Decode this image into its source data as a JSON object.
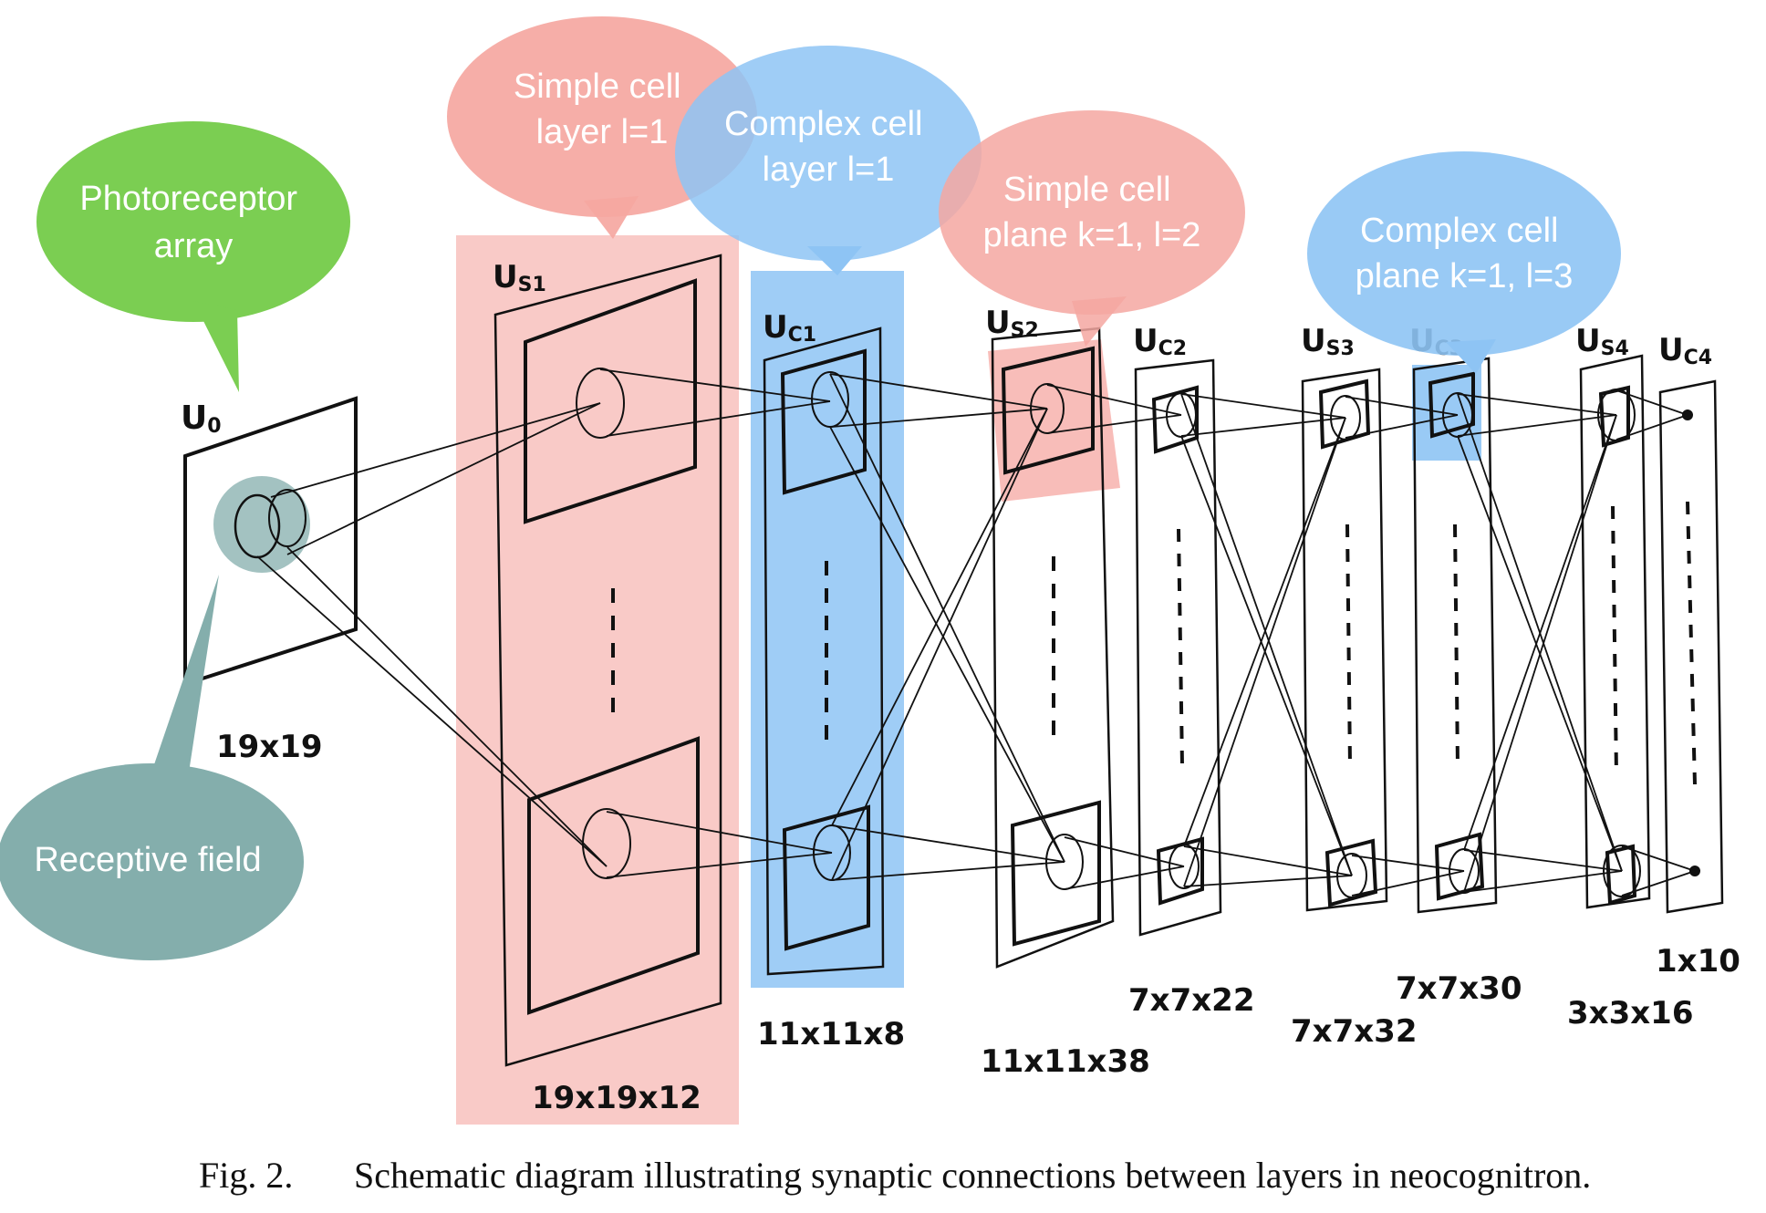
{
  "colors": {
    "simple_cell": "#f5a7a1",
    "complex_cell": "#8ec4f4",
    "photoreceptor": "#7bce52",
    "receptive_field": "#84aeac",
    "ink": "#111111"
  },
  "callouts": {
    "photoreceptor": [
      "Photoreceptor",
      "array"
    ],
    "receptive_field": [
      "Receptive field"
    ],
    "simple_l1": [
      "Simple cell",
      "layer l=1"
    ],
    "complex_l1": [
      "Complex cell",
      "layer l=1"
    ],
    "simple_l2": [
      "Simple cell",
      "plane k=1, l=2"
    ],
    "complex_l3": [
      "Complex cell",
      "plane k=1, l=3"
    ]
  },
  "layers": [
    {
      "id": "u0",
      "label": "U",
      "sub": "0",
      "size": "19x19"
    },
    {
      "id": "us1",
      "label": "U",
      "sub": "S1",
      "size": "19x19x12"
    },
    {
      "id": "uc1",
      "label": "U",
      "sub": "C1",
      "size": "11x11x8"
    },
    {
      "id": "us2",
      "label": "U",
      "sub": "S2",
      "size": "11x11x38"
    },
    {
      "id": "uc2",
      "label": "U",
      "sub": "C2",
      "size": "7x7x22"
    },
    {
      "id": "us3",
      "label": "U",
      "sub": "S3",
      "size": "7x7x32"
    },
    {
      "id": "uc3",
      "label": "U",
      "sub": "C3",
      "size": "7x7x30"
    },
    {
      "id": "us4",
      "label": "U",
      "sub": "S4",
      "size": "3x3x16"
    },
    {
      "id": "uc4",
      "label": "U",
      "sub": "C4",
      "size": "1x10"
    }
  ],
  "caption": {
    "fig": "Fig.  2.",
    "text": "Schematic diagram illustrating synaptic connections between layers in neocognitron."
  }
}
